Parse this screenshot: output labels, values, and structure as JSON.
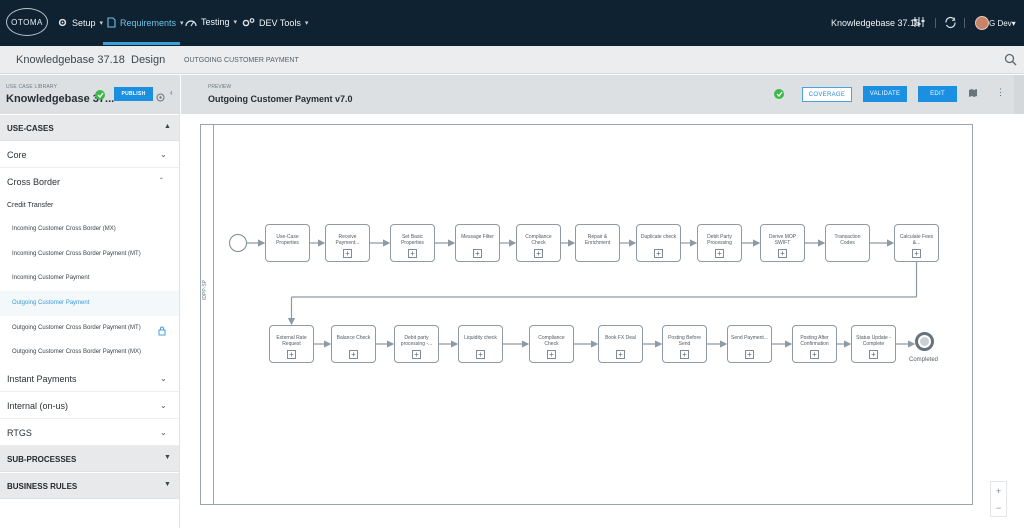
{
  "topbar": {
    "logo": "OTOMA",
    "nav": [
      {
        "label": "Setup",
        "icon": "gears-icon"
      },
      {
        "label": "Requirements",
        "icon": "document-icon"
      },
      {
        "label": "Testing",
        "icon": "gauge-icon"
      },
      {
        "label": "DEV Tools",
        "icon": "gears-icon"
      }
    ],
    "knowledgebase": "Knowledgebase 37.18",
    "user": "G Dev",
    "user_chevron": "▾",
    "accent_color": "#3aa2d8"
  },
  "subbar": {
    "kb": "Knowledgebase 37.18",
    "mode": "Design",
    "page": "OUTGOING CUSTOMER PAYMENT"
  },
  "library": {
    "label": "USE CASE LIBRARY",
    "name": "Knowledgebase 37...",
    "publish": "PUBLISH"
  },
  "sections": {
    "use_cases": "USE-CASES",
    "sub_processes": "SUB-PROCESSES",
    "business_rules": "BUSINESS RULES"
  },
  "groups": {
    "core": "Core",
    "cross_border": "Cross Border",
    "credit_transfer": "Credit Transfer",
    "instant": "Instant Payments",
    "internal": "Internal (on-us)",
    "rtgs": "RTGS"
  },
  "leaves": [
    "Incoming Customer Cross Border (MX)",
    "Incoming Customer Cross Border Payment (MT)",
    "Incoming Customer Payment",
    "Outgoing Customer Payment",
    "Outgoing Customer Cross Border Payment (MT)",
    "Outgoing Customer Cross Border Payment (MX)"
  ],
  "preview": {
    "label": "PREVIEW",
    "title": "Outgoing Customer Payment v7.0",
    "coverage": "COVERAGE",
    "validate": "VALIDATE",
    "edit": "EDIT"
  },
  "diagram": {
    "lane": "IDPP-SP",
    "row1": [
      {
        "label": "Use-Case Properties",
        "sub": false
      },
      {
        "label": "Receive Payment...",
        "sub": true
      },
      {
        "label": "Set Basic Properties",
        "sub": true
      },
      {
        "label": "Message Filter",
        "sub": true
      },
      {
        "label": "Compliance Check",
        "sub": true
      },
      {
        "label": "Repair & Enrichment",
        "sub": false
      },
      {
        "label": "Duplicate check",
        "sub": true
      },
      {
        "label": "Debit Party Processing",
        "sub": true
      },
      {
        "label": "Derive MOP SWIFT",
        "sub": true
      },
      {
        "label": "Transaction Codes",
        "sub": false
      },
      {
        "label": "Calculate Fees &...",
        "sub": true
      }
    ],
    "row2": [
      {
        "label": "External Rate Request",
        "sub": true
      },
      {
        "label": "Balance Check",
        "sub": true
      },
      {
        "label": "Debit party processing -...",
        "sub": true
      },
      {
        "label": "Liquidity check",
        "sub": true
      },
      {
        "label": "Compliance Check",
        "sub": true
      },
      {
        "label": "Book FX Deal",
        "sub": true
      },
      {
        "label": "Posting Before Send",
        "sub": true
      },
      {
        "label": "Send Payment...",
        "sub": true
      },
      {
        "label": "Posting After Confirmation",
        "sub": true
      },
      {
        "label": "Status Update - Complete",
        "sub": true
      }
    ],
    "end_label": "Completed"
  },
  "zoom": {
    "in": "+",
    "out": "−"
  }
}
